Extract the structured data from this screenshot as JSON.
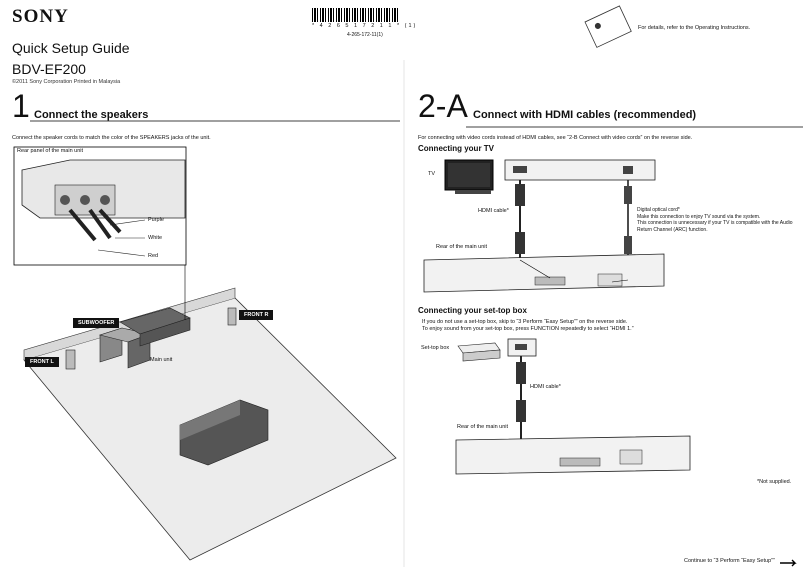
{
  "brand": "SONY",
  "guide_title": "Quick Setup Guide",
  "model": "BDV-EF200",
  "copyright": "©2011 Sony Corporation   Printed in Malaysia",
  "barcode_number": "* 4 2 6 5 1 7 2 1 1 * (1)",
  "part_number": "4-265-172-11(1)",
  "details_note": "For details, refer to the Operating Instructions.",
  "left": {
    "section_number": "1",
    "section_title": "Connect the speakers",
    "instruction": "Connect the speaker cords to match the color of the SPEAKERS jacks of the unit.",
    "rear_panel_label": "Rear panel of the main unit",
    "colors": [
      "Purple",
      "White",
      "Red"
    ],
    "subwoofer": "SUBWOOFER",
    "front_r": "FRONT R",
    "front_l": "FRONT L",
    "main_unit": "Main unit"
  },
  "right": {
    "section_number": "2-A",
    "section_title": "Connect with HDMI cables (recommended)",
    "intro": "For connecting with video cords instead of HDMI cables, see “2-B Connect with video cords” on the reverse side.",
    "tv_heading": "Connecting your TV",
    "tv_label": "TV",
    "hdmi_cable": "HDMI cable*",
    "optical_cord": "Digital optical cord*",
    "optical_note1": "Make this connection to enjoy TV sound via the system.",
    "optical_note2": "This connection is unnecessary if your TV is compatible with the Audio Return Channel (ARC) function.",
    "rear_label": "Rear of the main unit",
    "stb_heading": "Connecting your set-top box",
    "stb_note1": "If you do not use a set-top box, skip to “3 Perform “Easy Setup”” on the reverse side.",
    "stb_note2": "To enjoy sound from your set-top box, press FUNCTION repeatedly to select “HDMI 1.”",
    "stb_label": "Set-top box",
    "hdmi_cable2": "HDMI cable*",
    "rear_label2": "Rear of the main unit",
    "not_supplied": "*Not supplied.",
    "continue": "Continue to “3 Perform “Easy Setup””"
  }
}
